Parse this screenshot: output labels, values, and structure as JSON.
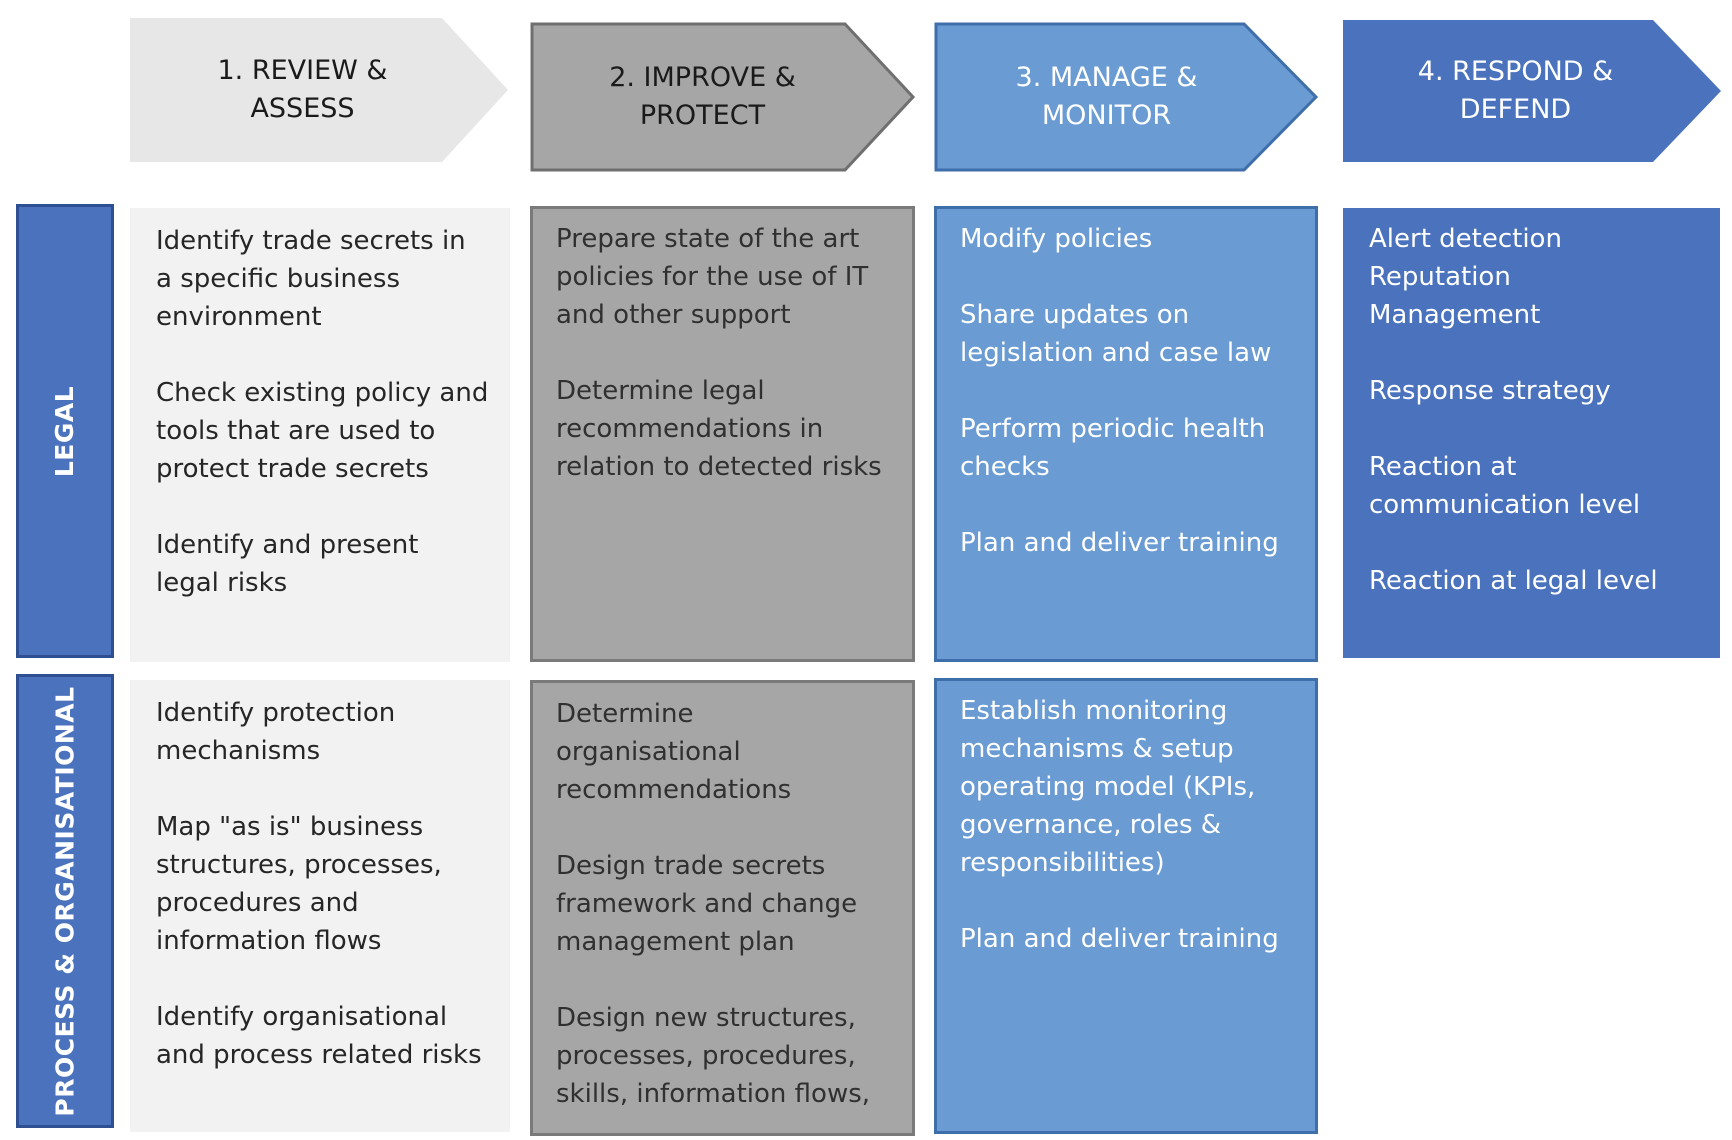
{
  "phases": [
    {
      "label": "1. REVIEW &\nASSESS",
      "fill": "#e7e7e7",
      "text_color": "#1a1a1a"
    },
    {
      "label": "2. IMPROVE &\nPROTECT",
      "fill": "#a6a6a6",
      "text_color": "#1a1a1a"
    },
    {
      "label": "3. MANAGE &\nMONITOR",
      "fill": "#6a9bd2",
      "text_color": "#ffffff"
    },
    {
      "label": "4. RESPOND &\nDEFEND",
      "fill": "#4a72bd",
      "text_color": "#ffffff"
    }
  ],
  "rows": [
    {
      "label": "LEGAL"
    },
    {
      "label": "PROCESS & ORGANISATIONAL"
    }
  ],
  "cells": {
    "legal": [
      {
        "items": [
          "Identify trade secrets in\na specific business\nenvironment",
          "Check existing policy and\ntools that are used to\nprotect trade secrets",
          "Identify and present\nlegal risks"
        ]
      },
      {
        "items": [
          "Prepare state of the art\npolicies for the use of IT\nand other support",
          "Determine legal\nrecommendations in\nrelation to detected risks"
        ]
      },
      {
        "items": [
          "Modify policies",
          "Share updates on\nlegislation and case law",
          "Perform periodic health\nchecks",
          "Plan and deliver training"
        ]
      },
      {
        "items": [
          "Alert detection\nReputation\nManagement",
          "Response strategy",
          "Reaction at\ncommunication level",
          "Reaction at legal level"
        ]
      }
    ],
    "process": [
      {
        "items": [
          "Identify protection\nmechanisms",
          "Map \"as is\" business\nstructures, processes,\nprocedures and\ninformation flows",
          "Identify organisational\nand process related risks"
        ]
      },
      {
        "items": [
          "Determine\norganisational\nrecommendations",
          "Design trade secrets\nframework and change\nmanagement plan",
          "Design new structures,\nprocesses, procedures,\nskills, information flows,"
        ]
      },
      {
        "items": [
          "Establish monitoring\nmechanisms & setup\noperating model (KPIs,\ngovernance, roles &\nresponsibilities)",
          "Plan and deliver training"
        ]
      }
    ]
  },
  "colors": {
    "review_cell": "#f2f2f2",
    "improve_cell": "#a6a6a6",
    "manage_cell": "#6a9bd2",
    "respond_cell": "#4a72bd",
    "row_label": "#4a72bd"
  }
}
